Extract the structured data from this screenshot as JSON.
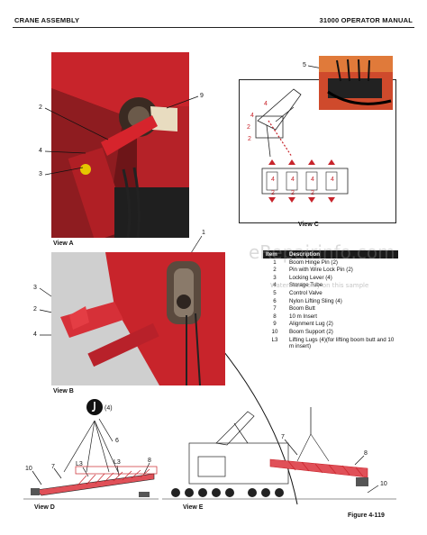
{
  "header": {
    "section": "CRANE ASSEMBLY",
    "manual": "31000 OPERATOR MANUAL"
  },
  "views": {
    "a": "View A",
    "b": "View B",
    "c": "View C",
    "d": "View D",
    "e": "View E"
  },
  "callouts": {
    "a": [
      "2",
      "4",
      "3",
      "9"
    ],
    "b": [
      "1",
      "3",
      "2",
      "4"
    ],
    "c": [
      "5",
      "4",
      "4",
      "2",
      "2",
      "4",
      "2",
      "4",
      "2",
      "4",
      "2",
      "4"
    ],
    "top": "(4)",
    "d": [
      "6",
      "10",
      "7",
      "L3",
      "L3",
      "8"
    ],
    "e": [
      "7",
      "8",
      "10"
    ]
  },
  "legend": {
    "headers": [
      "Item",
      "Description"
    ],
    "rows": [
      [
        "1",
        "Boom Hinge Pin (2)"
      ],
      [
        "2",
        "Pin with Wire Lock Pin (2)"
      ],
      [
        "3",
        "Locking Lever (4)"
      ],
      [
        "4",
        "Storage Tube"
      ],
      [
        "5",
        "Control Valve"
      ],
      [
        "6",
        "Nylon Lifting Sling (4)"
      ],
      [
        "7",
        "Boom Butt"
      ],
      [
        "8",
        "10 m Insert"
      ],
      [
        "9",
        "Alignment Lug (2)"
      ],
      [
        "10",
        "Boom Support (2)"
      ],
      [
        "L3",
        "Lifting Lugs (4)(for lifting boom butt and 10 m insert)"
      ]
    ]
  },
  "figure": "Figure 4-119",
  "watermark": {
    "brand": "eRepairinfo.com",
    "note": "Watermark only on this sample"
  },
  "colors": {
    "crane_red": "#c8242b",
    "photo_bg": "#d6d6d6"
  }
}
